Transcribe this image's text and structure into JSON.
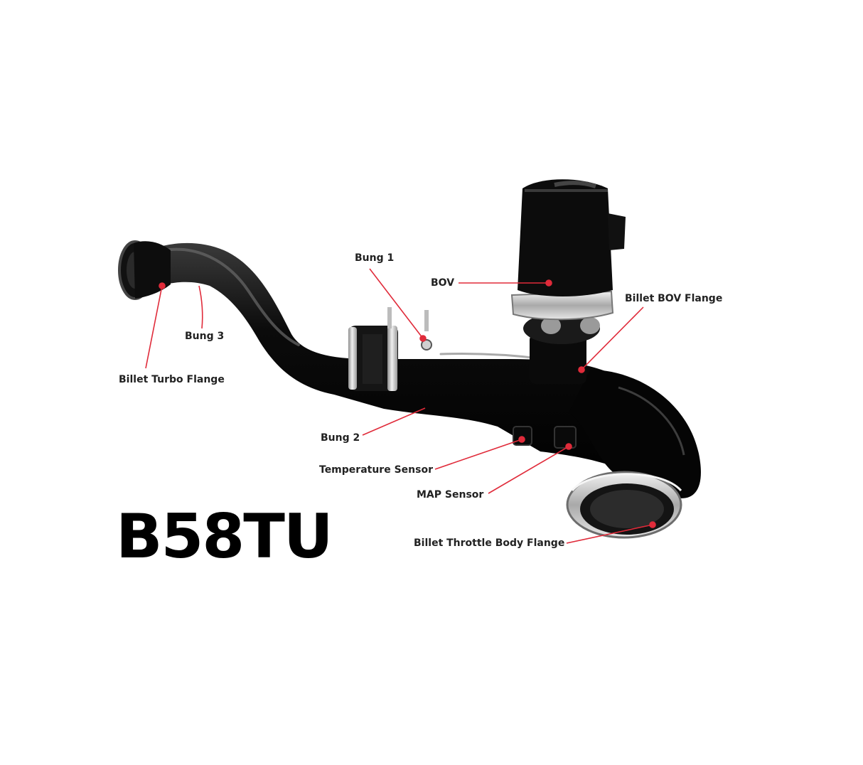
{
  "title": "B58TU",
  "labels": {
    "bung_1": "Bung 1",
    "bov": "BOV",
    "billet_bov_flange": "Billet BOV Flange",
    "bung_3": "Bung 3",
    "billet_turbo_flange": "Billet Turbo Flange",
    "bung_2": "Bung 2",
    "temperature_sensor": "Temperature Sensor",
    "map_sensor": "MAP Sensor",
    "billet_throttle_body_flange": "Billet Throttle Body Flange"
  },
  "colors": {
    "background": "#ffffff",
    "callout_line": "#e02b3a",
    "label_text": "#222222",
    "pipe": "#0a0a0a",
    "billet": "#c9c9c9"
  }
}
